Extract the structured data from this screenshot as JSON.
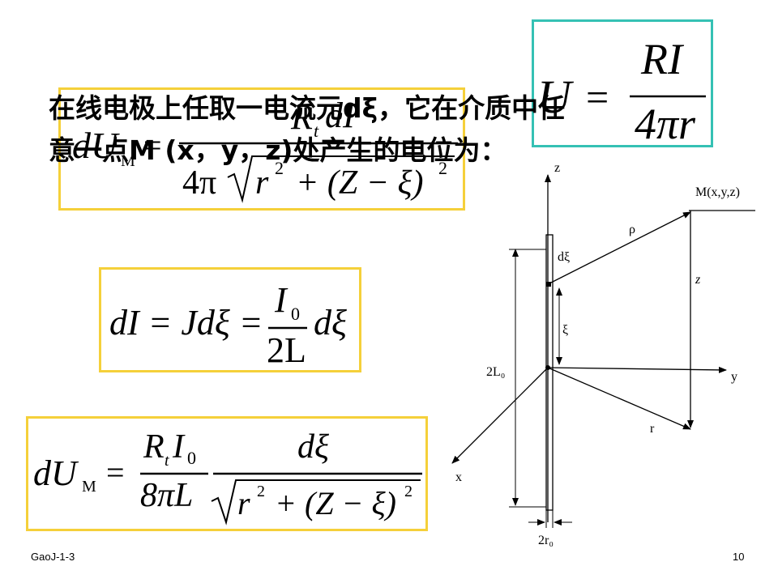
{
  "heading": {
    "line1": "在线电极上任取一电流元dξ，它在介质中任",
    "line2": "意一点M (x，y，z)处产生的电位为："
  },
  "formula_top_right": {
    "lhs": "U",
    "eq": "=",
    "num": "RI",
    "den": "4πr",
    "border_color": "#35c1b4"
  },
  "formula_1": {
    "lhs": "dU",
    "lhs_sub": "M",
    "eq": "=",
    "num_r": "R",
    "num_t": "t",
    "num_rest": "dI",
    "den_pre": "4π",
    "den_r": "r",
    "den_r_exp": "2",
    "den_plus": "+ (Z − ξ)",
    "den_exp": "2",
    "border_color": "#f5d03a"
  },
  "formula_2": {
    "text": "dI = Jdξ =",
    "num": "I",
    "num_sub": "0",
    "den": "2L",
    "tail": "dξ",
    "border_color": "#f5d03a"
  },
  "formula_3": {
    "lhs": "dU",
    "lhs_sub": "M",
    "eq": "=",
    "f1_num_r": "R",
    "f1_num_t": "t",
    "f1_num_i": "I",
    "f1_num_0": "0",
    "f1_den": "8πL",
    "f2_num": "dξ",
    "f2_den_r": "r",
    "f2_den_r_exp": "2",
    "f2_den_plus": "+ (Z − ξ)",
    "f2_den_exp": "2",
    "border_color": "#f5d03a"
  },
  "diagram": {
    "labels": {
      "z_axis": "z",
      "point": "M(x,y,z)",
      "rho": "ρ",
      "dxi": "dξ",
      "z_dim": "z",
      "xi": "ξ",
      "length": "2L₀",
      "y_axis": "y",
      "r": "r",
      "x_axis": "x",
      "radius": "2r₀"
    }
  },
  "footer": {
    "left": "GaoJ-1-3",
    "right": "10"
  }
}
